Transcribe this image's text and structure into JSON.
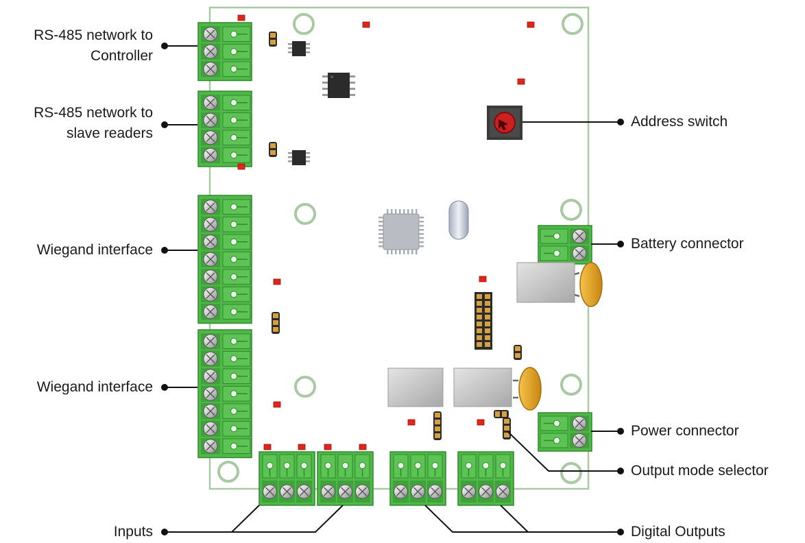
{
  "labels": {
    "rs485_controller_line1": "RS-485 network to",
    "rs485_controller_line2": "Controller",
    "rs485_slave_line1": "RS-485 network to",
    "rs485_slave_line2": "slave readers",
    "wiegand_1": "Wiegand interface",
    "wiegand_2": "Wiegand interface",
    "inputs": "Inputs",
    "address_switch": "Address switch",
    "battery_connector": "Battery connector",
    "power_connector": "Power connector",
    "output_mode_selector": "Output mode selector",
    "digital_outputs": "Digital Outputs"
  },
  "colors": {
    "board_outline": "#a9c9a2",
    "terminal_green": "#4fb848",
    "terminal_dark": "#2f8a2c",
    "led_red": "#e3241b",
    "chip_dark": "#2b2b2b",
    "pad_gold": "#d4a042",
    "capacitor_amber": "#e8a321",
    "relay_grey": "#c8c8c8",
    "switch_red": "#cc1f1f",
    "leader_line": "#111111"
  }
}
